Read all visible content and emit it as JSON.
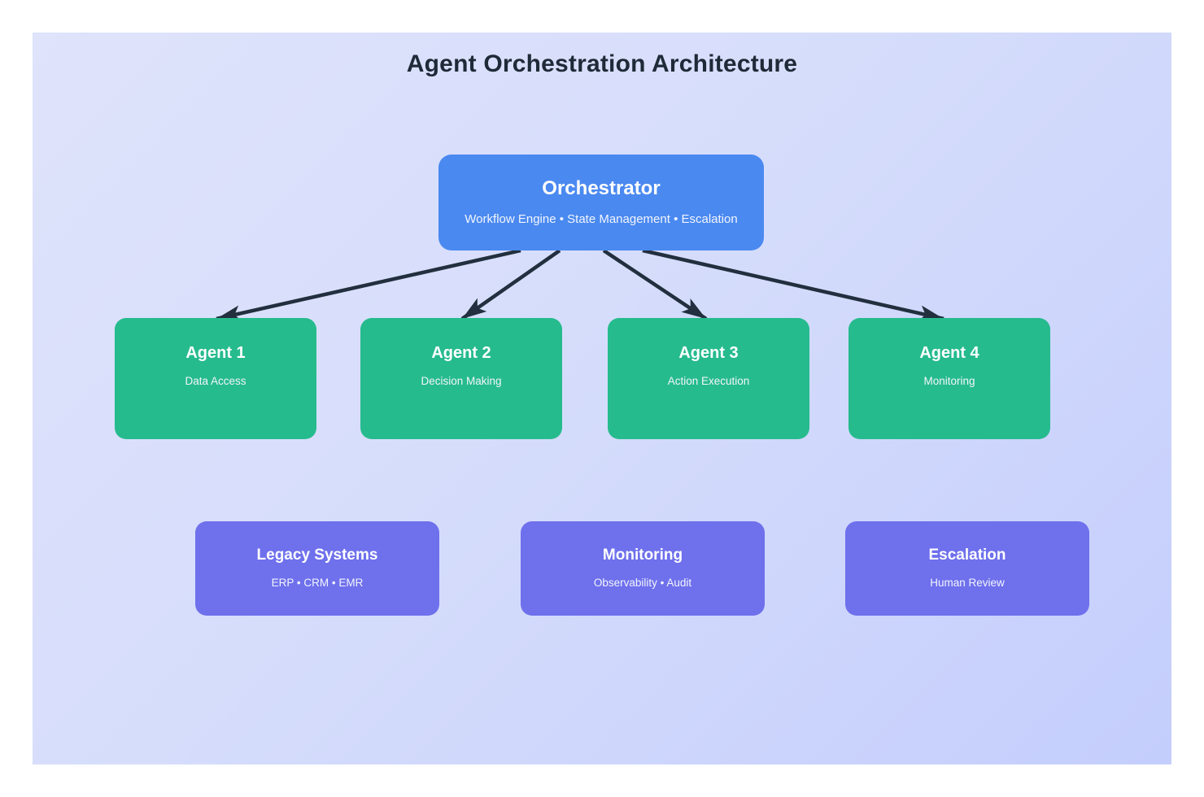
{
  "page": {
    "title": "Agent Orchestration Architecture"
  },
  "colors": {
    "background_gradient_start": "#dfe3fb",
    "background_gradient_end": "#c4cefc",
    "orchestrator_fill": "#4a89f0",
    "agent_fill": "#26bb8d",
    "system_fill": "#6e70ec",
    "arrow": "#222f3e",
    "title_text": "#1f2a38",
    "node_text": "#ffffff"
  },
  "diagram": {
    "orchestrator": {
      "title": "Orchestrator",
      "subtitle": "Workflow Engine • State Management • Escalation"
    },
    "agents": [
      {
        "title": "Agent 1",
        "subtitle": "Data Access"
      },
      {
        "title": "Agent 2",
        "subtitle": "Decision Making"
      },
      {
        "title": "Agent 3",
        "subtitle": "Action Execution"
      },
      {
        "title": "Agent 4",
        "subtitle": "Monitoring"
      }
    ],
    "systems": [
      {
        "title": "Legacy Systems",
        "subtitle": "ERP • CRM • EMR"
      },
      {
        "title": "Monitoring",
        "subtitle": "Observability • Audit"
      },
      {
        "title": "Escalation",
        "subtitle": "Human Review"
      }
    ],
    "edges": [
      {
        "from": "Orchestrator",
        "to": "Agent 1"
      },
      {
        "from": "Orchestrator",
        "to": "Agent 2"
      },
      {
        "from": "Orchestrator",
        "to": "Agent 3"
      },
      {
        "from": "Orchestrator",
        "to": "Agent 4"
      }
    ]
  }
}
